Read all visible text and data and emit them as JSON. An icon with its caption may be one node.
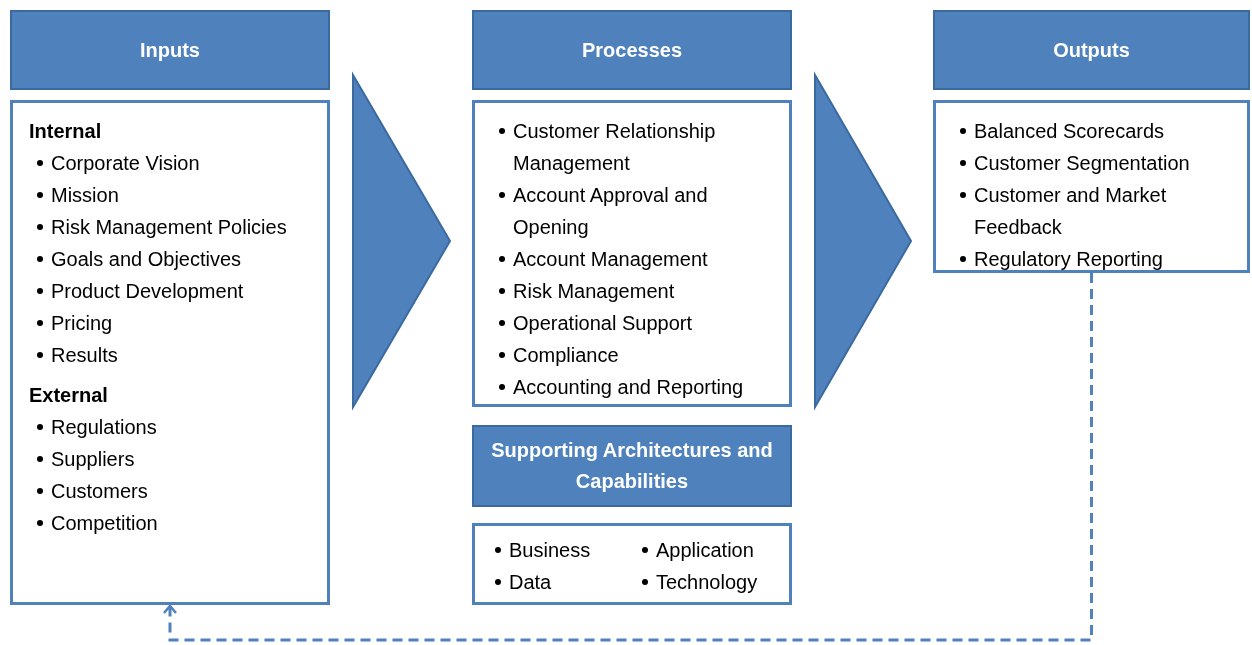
{
  "diagram": {
    "nodes": [
      {
        "text": [
          "Inputs"
        ]
      },
      {
        "text": [
          "Internal",
          "Corporate Vision",
          "Mission",
          "Risk Management Policies",
          "Goals and Objectives",
          "Product Development",
          "Pricing",
          "Results",
          "External",
          "Regulations",
          "Suppliers",
          "Customers",
          "Competition"
        ]
      },
      {
        "text": [
          "Processes"
        ]
      },
      {
        "text": [
          "Customer Relationship Management",
          "Account Approval and Opening",
          "Account Management",
          "Risk Management",
          "Operational Support",
          "Compliance",
          "Accounting and Reporting"
        ]
      },
      {
        "text": [
          "Supporting Architectures and Capabilities"
        ]
      },
      {
        "text": [
          "Business",
          "Application",
          "Data",
          "Technology"
        ]
      },
      {
        "text": [
          "Outputs"
        ]
      },
      {
        "text": [
          "Balanced Scorecards",
          "Customer Segmentation",
          "Customer and Market Feedback",
          "Regulatory Reporting"
        ]
      }
    ],
    "edges": [
      {
        "from": 1,
        "to": 3,
        "arrow": "to"
      },
      {
        "from": 3,
        "to": 7,
        "arrow": "to"
      },
      {
        "from": 7,
        "to": 1,
        "arrow": "to",
        "style": "dashed"
      }
    ]
  }
}
